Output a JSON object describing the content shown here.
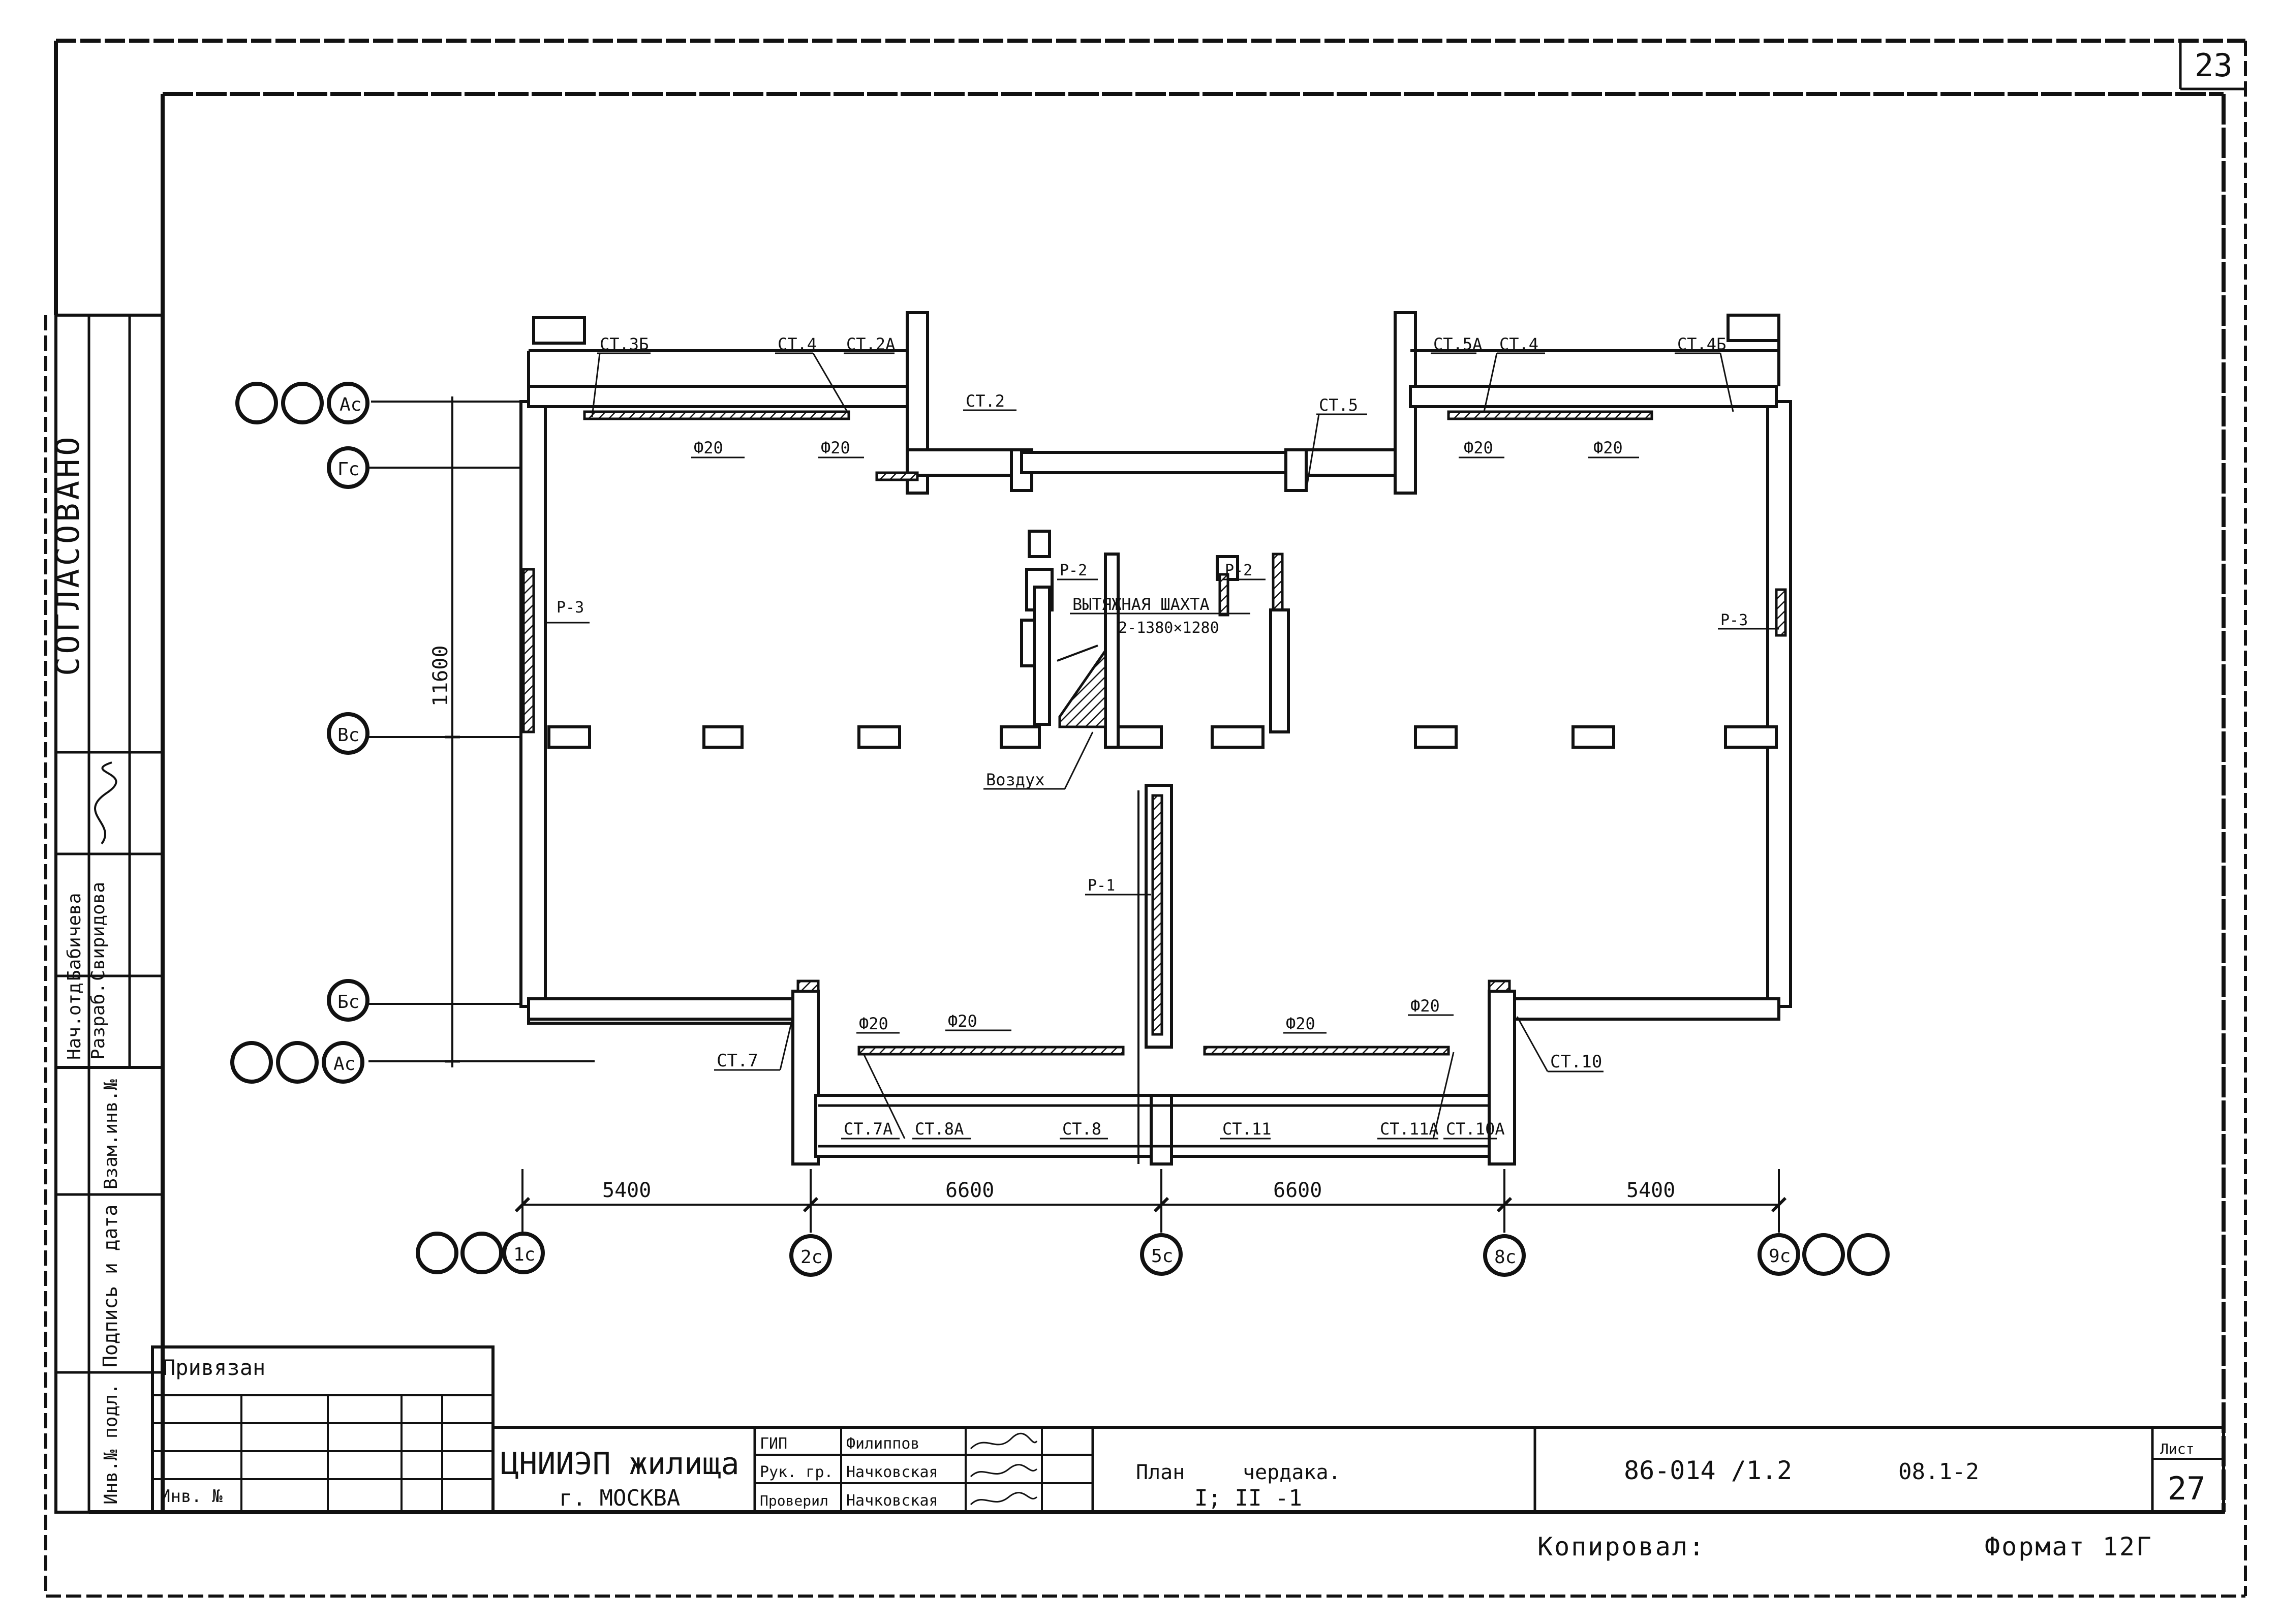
{
  "sheet": {
    "top_right_number": "23",
    "sheet_number": "27",
    "sheet_label": "Лист"
  },
  "side_stamp": {
    "agreed": "СОГЛАСОВАНО",
    "r1_a": "Нач.отд.",
    "r1_b": "Разраб.",
    "r2_a": "Бабичева",
    "r2_b": "Свиридова",
    "signature": "подпись",
    "inv_orig": "Инв.№ подл.",
    "sign_date": "Подпись и дата",
    "replace_inv": "Взам.инв.№"
  },
  "privyazan": {
    "title": "Привязан",
    "inv_label": "Инв. №"
  },
  "title_block": {
    "org_line1": "ЦНИИЭП жилища",
    "org_line2": "г. МОСКВА",
    "roles": [
      {
        "role": "ГИП",
        "name": "Филиппов"
      },
      {
        "role": "Рук. гр.",
        "name": "Начковская"
      },
      {
        "role": "Проверил",
        "name": "Начковская"
      }
    ],
    "drawing_word1": "План",
    "drawing_word2": "чердака.",
    "drawing_sub": "I; II -1",
    "code": "86-014 /1.2",
    "code2": "08.1-2"
  },
  "footer": {
    "copied": "Копировал:",
    "format": "Формат 12Г"
  },
  "plan": {
    "axes_rows": [
      "Ас",
      "Гс",
      "Вс",
      "Бс",
      "Ас"
    ],
    "axes_cols": [
      "1с",
      "2с",
      "5с",
      "8с",
      "9с"
    ],
    "dims_bottom": [
      "5400",
      "6600",
      "6600",
      "5400"
    ],
    "dim_left": "11600",
    "labels_top": [
      "СТ.3Б",
      "СТ.4",
      "СТ.2А",
      "СТ.2",
      "СТ.5",
      "СТ.5А",
      "СТ.4",
      "СТ.4Б"
    ],
    "labels_phi_top": [
      "Ф20",
      "Ф20",
      "Ф20",
      "Ф20"
    ],
    "label_p3_left": "Р-3",
    "label_p3_right": "Р-3",
    "label_p2_left": "Р-2",
    "label_p2_right": "Р-2",
    "label_p1": "Р-1",
    "shaft_title": "ВЫТЯЖНАЯ ШАХТА",
    "shaft_size": "2-1380×1280",
    "vozduh": "Воздух",
    "labels_bottom": [
      "СТ.7",
      "СТ.7А",
      "СТ.8А",
      "СТ.8",
      "СТ.11",
      "СТ.11А",
      "СТ.10А",
      "СТ.10"
    ],
    "labels_phi_bottom": [
      "Ф20",
      "Ф20",
      "Ф20",
      "Ф20"
    ]
  }
}
